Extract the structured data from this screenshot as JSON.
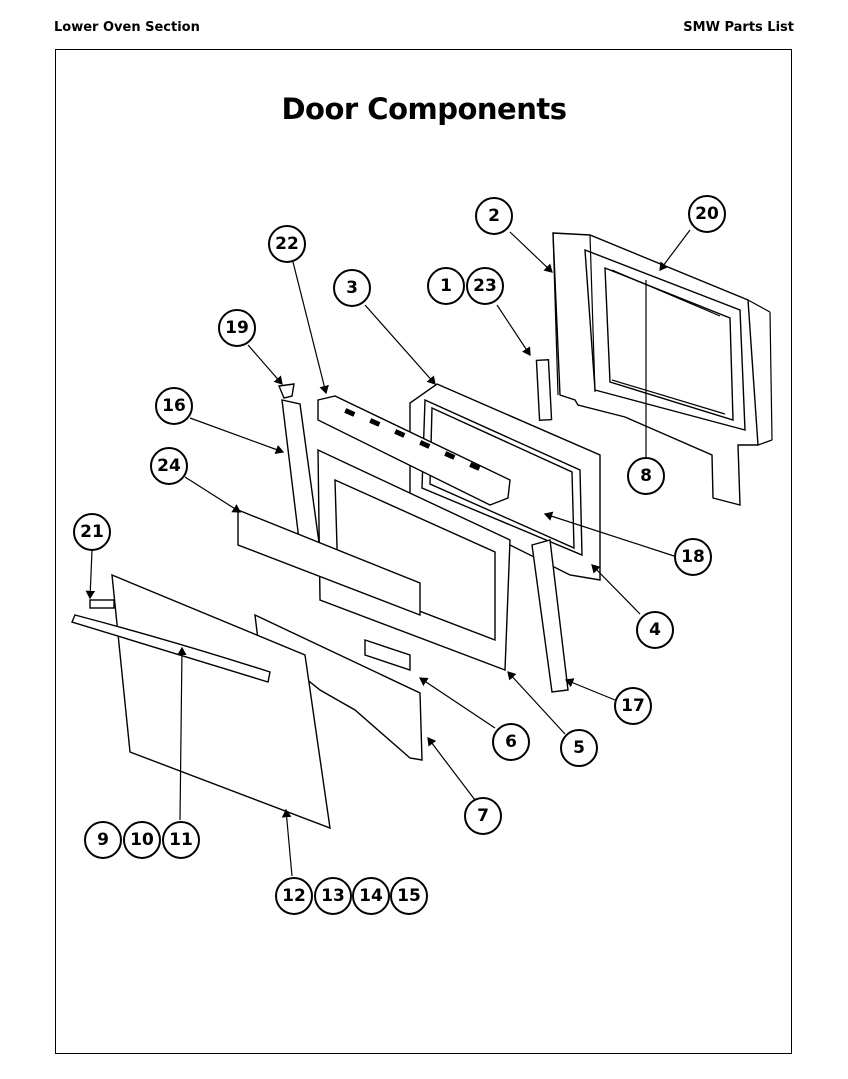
{
  "header": {
    "left": "Lower Oven Section",
    "right": "SMW Parts List"
  },
  "title": "Door Components",
  "callouts": [
    "1",
    "2",
    "3",
    "4",
    "5",
    "6",
    "7",
    "8",
    "9",
    "10",
    "11",
    "12",
    "13",
    "14",
    "15",
    "16",
    "17",
    "18",
    "19",
    "20",
    "21",
    "22",
    "23",
    "24"
  ]
}
